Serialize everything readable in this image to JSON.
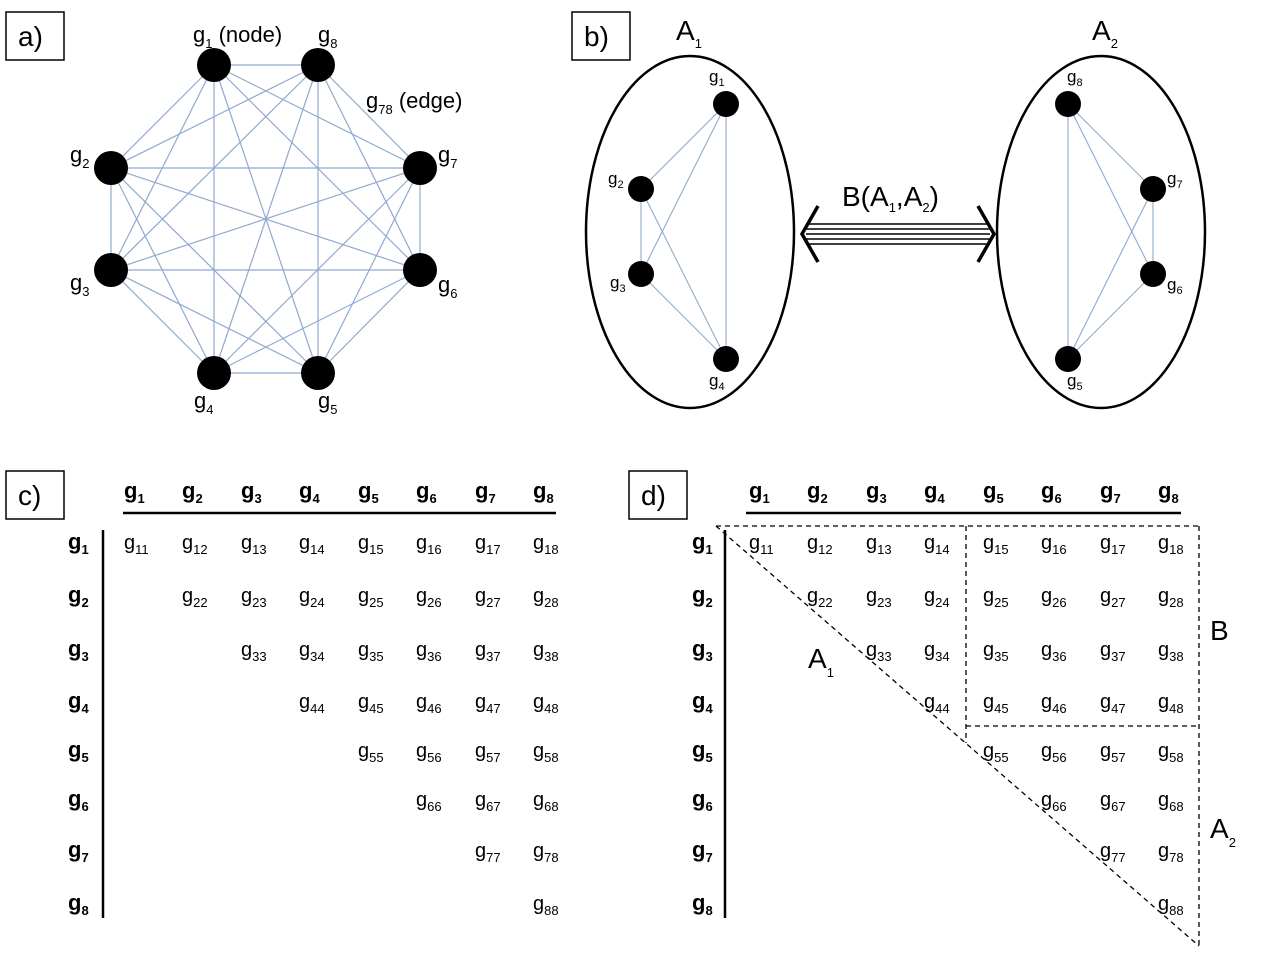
{
  "panels": {
    "a": {
      "label": "a)"
    },
    "b": {
      "label": "b)"
    },
    "c": {
      "label": "c)"
    },
    "d": {
      "label": "d)"
    }
  },
  "graph": {
    "nodes": [
      {
        "id": "1",
        "base": "g",
        "sub": "1",
        "suffix": " (node)"
      },
      {
        "id": "8",
        "base": "g",
        "sub": "8",
        "suffix": ""
      },
      {
        "id": "7",
        "base": "g",
        "sub": "7",
        "suffix": ""
      },
      {
        "id": "6",
        "base": "g",
        "sub": "6",
        "suffix": ""
      },
      {
        "id": "5",
        "base": "g",
        "sub": "5",
        "suffix": ""
      },
      {
        "id": "4",
        "base": "g",
        "sub": "4",
        "suffix": ""
      },
      {
        "id": "3",
        "base": "g",
        "sub": "3",
        "suffix": ""
      },
      {
        "id": "2",
        "base": "g",
        "sub": "2",
        "suffix": ""
      }
    ],
    "edge_label": {
      "base": "g",
      "sub": "78",
      "suffix": " (edge)"
    }
  },
  "modules": {
    "A1": {
      "base": "A",
      "sub": "1",
      "nodes": [
        "1",
        "2",
        "3",
        "4"
      ]
    },
    "A2": {
      "base": "A",
      "sub": "2",
      "nodes": [
        "8",
        "7",
        "6",
        "5"
      ]
    },
    "between": {
      "prefix": "B(A",
      "sub1": "1",
      "mid": ",A",
      "sub2": "2",
      "suffix": ")"
    }
  },
  "matrix": {
    "genes": [
      "1",
      "2",
      "3",
      "4",
      "5",
      "6",
      "7",
      "8"
    ],
    "cell_base": "g",
    "header_base": "g"
  },
  "blocks": {
    "A1": {
      "base": "A",
      "sub": "1"
    },
    "B": {
      "label": "B"
    },
    "A2": {
      "base": "A",
      "sub": "2"
    }
  },
  "colors": {
    "edge": "#8fa9d0",
    "node": "#000000",
    "line": "#000000"
  }
}
